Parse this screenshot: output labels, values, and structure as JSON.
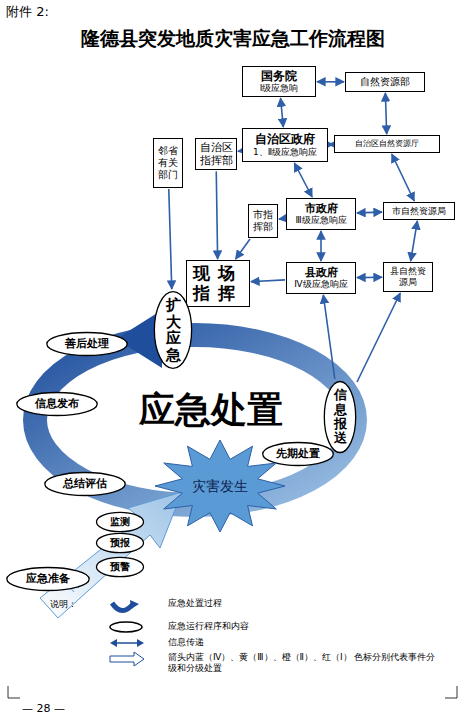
{
  "diagram": {
    "title": "隆德县突发地质灾害应急工作流程图",
    "nodes": [
      {
        "text": [
          "国务院",
          "Ⅰ级应急响"
        ]
      },
      {
        "text": [
          "自然资源部"
        ]
      },
      {
        "text": [
          "自治区政府",
          "1、Ⅱ级应急响应"
        ]
      },
      {
        "text": [
          "自治区自然资源厅"
        ]
      },
      {
        "text": [
          "邻省有关部门"
        ]
      },
      {
        "text": [
          "自治区指挥部"
        ]
      },
      {
        "text": [
          "市指挥部"
        ]
      },
      {
        "text": [
          "市政府",
          "Ⅲ级应急响应"
        ]
      },
      {
        "text": [
          "市自然资源局"
        ]
      },
      {
        "text": [
          "现场指挥"
        ]
      },
      {
        "text": [
          "县政府",
          "Ⅳ级应急响应"
        ]
      },
      {
        "text": [
          "县自然资源局"
        ]
      },
      {
        "text": [
          "扩大应急"
        ]
      },
      {
        "text": [
          "善后处理"
        ]
      },
      {
        "text": [
          "信息发布"
        ]
      },
      {
        "text": [
          "信息报送"
        ]
      },
      {
        "text": [
          "先期处置"
        ]
      },
      {
        "text": [
          "灾害发生"
        ]
      },
      {
        "text": [
          "总结评估"
        ]
      },
      {
        "text": [
          "监测"
        ]
      },
      {
        "text": [
          "预报"
        ]
      },
      {
        "text": [
          "预警"
        ]
      },
      {
        "text": [
          "应急准备"
        ]
      }
    ],
    "edges": [
      {
        "from": 0,
        "to": 1,
        "arrow": "both"
      },
      {
        "from": 0,
        "to": 2,
        "arrow": "both"
      },
      {
        "from": 1,
        "to": 3,
        "arrow": "both"
      },
      {
        "from": 2,
        "to": 3,
        "arrow": "both"
      },
      {
        "from": 2,
        "to": 5,
        "arrow": "to"
      },
      {
        "from": 2,
        "to": 7,
        "arrow": "both"
      },
      {
        "from": 3,
        "to": 8,
        "arrow": "both"
      },
      {
        "from": 7,
        "to": 8,
        "arrow": "both"
      },
      {
        "from": 7,
        "to": 6,
        "arrow": "to"
      },
      {
        "from": 7,
        "to": 10,
        "arrow": "both"
      },
      {
        "from": 8,
        "to": 11,
        "arrow": "both"
      },
      {
        "from": 10,
        "to": 11,
        "arrow": "both"
      },
      {
        "from": 5,
        "to": 9,
        "arrow": "to"
      },
      {
        "from": 6,
        "to": 9,
        "arrow": "to"
      },
      {
        "from": 10,
        "to": 9,
        "arrow": "to"
      },
      {
        "from": 4,
        "to": 12,
        "arrow": "to"
      },
      {
        "from": 15,
        "to": 10,
        "arrow": "to"
      },
      {
        "from": 15,
        "to": 11,
        "arrow": "to"
      }
    ],
    "labels": [
      "附件 2:",
      "应急处置",
      "说明：",
      "— 28 —"
    ],
    "legend": [
      {
        "text": "应急处置过程"
      },
      {
        "text": "应急运行程序和内容"
      },
      {
        "text": "信息传递"
      },
      {
        "text": "箭头内蓝（Ⅳ）、黄（Ⅲ）、橙（Ⅱ）、红（Ⅰ） 色标分别代表事件分级和分级处置"
      }
    ]
  }
}
